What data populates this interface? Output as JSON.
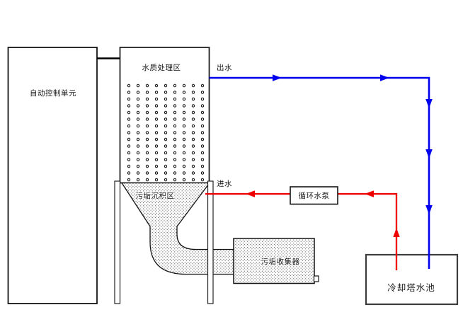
{
  "diagram": {
    "nodes": {
      "control_unit": {
        "label": "自动控制单元"
      },
      "treatment_zone": {
        "label": "水质处理区"
      },
      "sediment_zone": {
        "label": "污垢沉积区"
      },
      "collector": {
        "label": "污垢收集器"
      },
      "pump": {
        "label": "循环水泵"
      },
      "cooling_pool": {
        "label": "冷却塔水池"
      }
    },
    "flows": {
      "outflow": {
        "label": "出水",
        "color": "#0000ee"
      },
      "inflow": {
        "label": "进水",
        "color": "#ee0000"
      }
    },
    "outline_color": "#141414"
  }
}
